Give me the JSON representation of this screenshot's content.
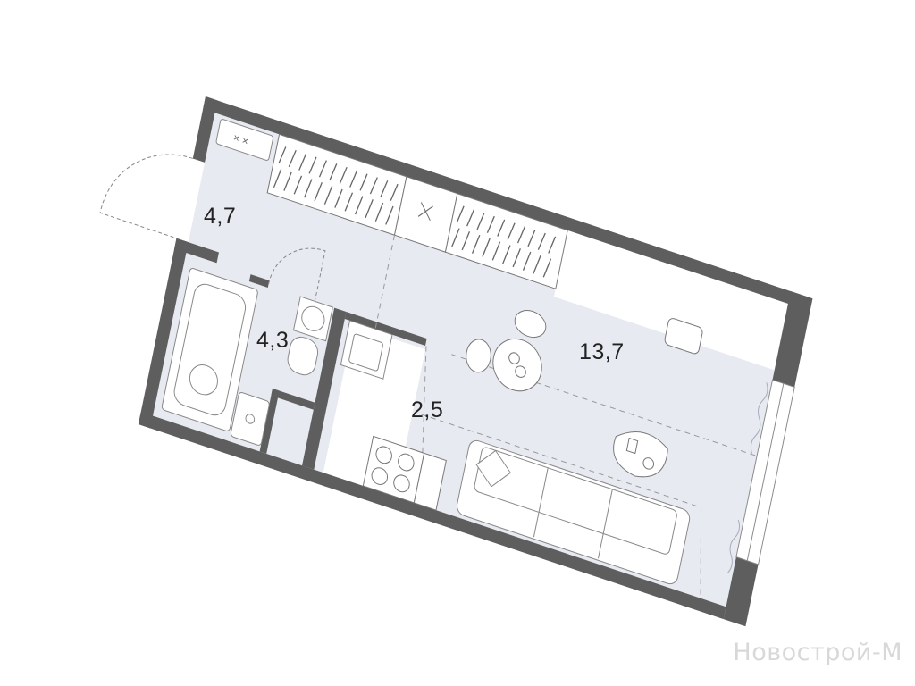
{
  "rooms": [
    {
      "name": "hallway",
      "area": "4,7"
    },
    {
      "name": "bathroom",
      "area": "4,3"
    },
    {
      "name": "kitchen",
      "area": "2,5"
    },
    {
      "name": "living-room",
      "area": "13,7"
    }
  ],
  "watermark": "Новострой-М",
  "colors": {
    "wall": "#5e5e5e",
    "floor": "#e7eaf1",
    "line": "#8a8a8a"
  }
}
